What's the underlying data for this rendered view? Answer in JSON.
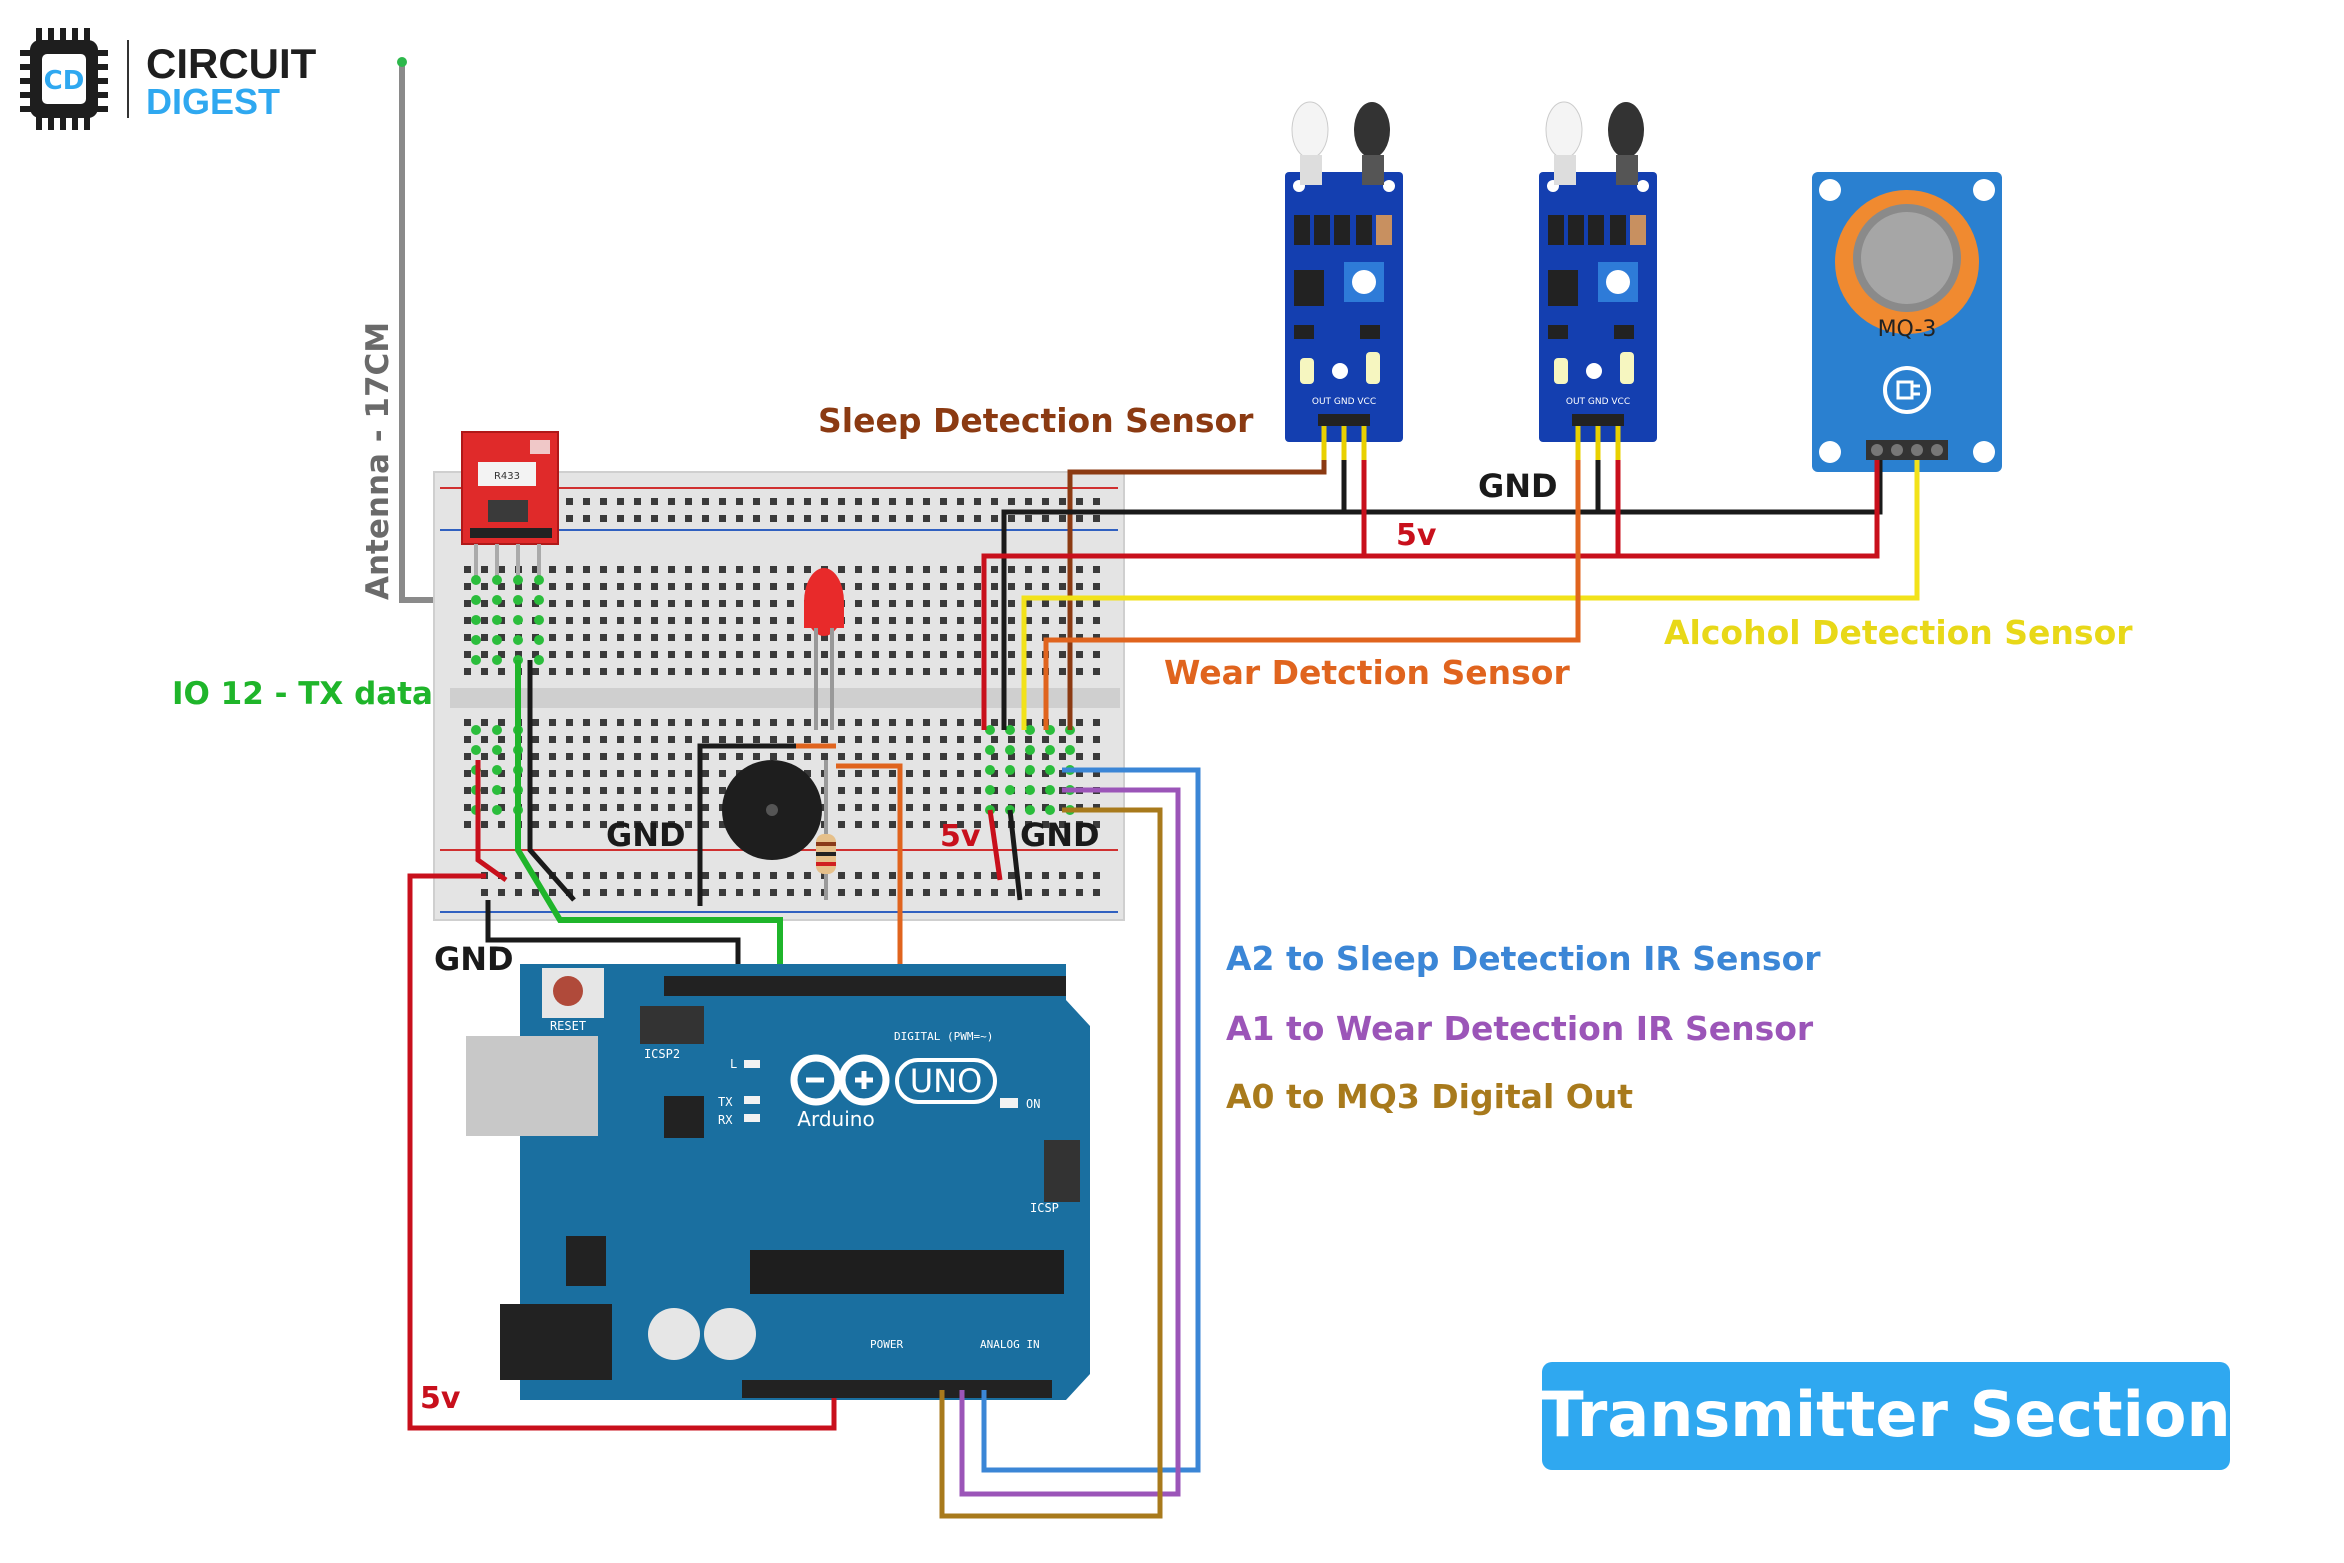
{
  "logo": {
    "line1": "CIRCUIT",
    "line2": "DIGEST",
    "mark": "CD"
  },
  "labels": {
    "antenna": "Antenna - 17CM",
    "io12": "IO 12 - TX data",
    "sleep_sensor": "Sleep Detection Sensor",
    "wear_sensor": "Wear Detction Sensor",
    "alcohol_sensor": "Alcohol Detection Sensor",
    "gnd_top": "GND",
    "v5_top": "5v",
    "gnd_mid_left": "GND",
    "v5_mid": "5v",
    "gnd_mid_right": "GND",
    "gnd_left": "GND",
    "v5_left": "5v",
    "a2_note": "A2 to Sleep Detection IR Sensor",
    "a1_note": "A1 to Wear Detection IR Sensor",
    "a0_note": "A0 to MQ3 Digital Out",
    "section_badge": "Transmitter Section"
  },
  "modules": {
    "rf_tx": "R433",
    "ir_pins": "OUT GND VCC",
    "mq3": "MQ-3",
    "arduino_brand": "Arduino",
    "arduino_model": "UNO",
    "reset": "RESET",
    "icsp": "ICSP",
    "icsp2": "ICSP2",
    "on": "ON",
    "tx": "TX",
    "rx": "RX",
    "l": "L",
    "digital": "DIGITAL (PWM=~)",
    "power": "POWER",
    "analog_in": "ANALOG IN"
  },
  "colors": {
    "brown": "#8b3a12",
    "black": "#1a1a1a",
    "red": "#c8101c",
    "yellow": "#f2e21a",
    "orange": "#e0641e",
    "green": "#1fb52a",
    "blue": "#3b86d6",
    "purple": "#9b55b8",
    "gold": "#a87a1c",
    "board_blue": "#1a5f94",
    "ir_blue": "#143fb0",
    "badge": "#2fa8f0"
  }
}
